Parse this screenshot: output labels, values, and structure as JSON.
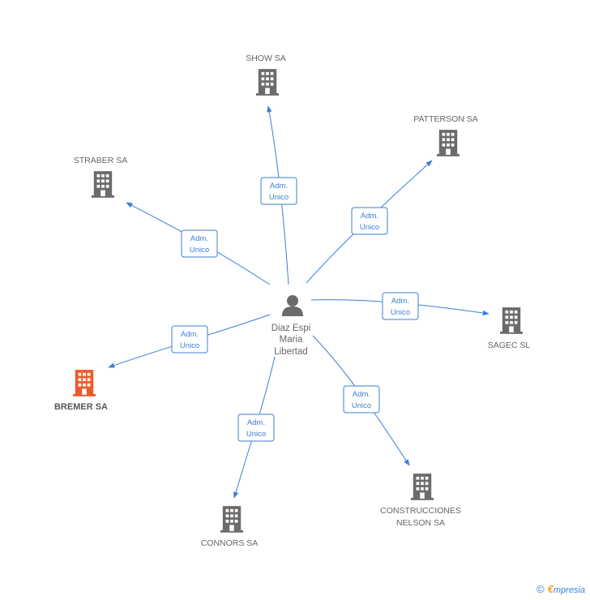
{
  "center": {
    "name_lines": [
      "Diaz Espi",
      "Maria",
      "Libertad"
    ],
    "icon": "person-icon"
  },
  "edge_label_lines": [
    "Adm.",
    "Unico"
  ],
  "colors": {
    "edge": "#3a7fd5",
    "company": "#6b6b6b",
    "highlight": "#f05a28",
    "person": "#6b6b6b"
  },
  "companies": [
    {
      "id": "show",
      "name_lines": [
        "SHOW SA"
      ],
      "highlight": false,
      "icon": "building-icon"
    },
    {
      "id": "patterson",
      "name_lines": [
        "PATTERSON SA"
      ],
      "highlight": false,
      "icon": "building-icon"
    },
    {
      "id": "straber",
      "name_lines": [
        "STRABER SA"
      ],
      "highlight": false,
      "icon": "building-icon"
    },
    {
      "id": "sagec",
      "name_lines": [
        "SAGEC SL"
      ],
      "highlight": false,
      "icon": "building-icon"
    },
    {
      "id": "bremer",
      "name_lines": [
        "BREMER SA"
      ],
      "highlight": true,
      "icon": "building-icon"
    },
    {
      "id": "nelson",
      "name_lines": [
        "CONSTRUCCIONES",
        "NELSON SA"
      ],
      "highlight": false,
      "icon": "building-icon"
    },
    {
      "id": "connors",
      "name_lines": [
        "CONNORS SA"
      ],
      "highlight": false,
      "icon": "building-icon"
    }
  ],
  "footer": {
    "copyright": "©",
    "brand_initial": "€",
    "brand_rest": "mpresia"
  }
}
